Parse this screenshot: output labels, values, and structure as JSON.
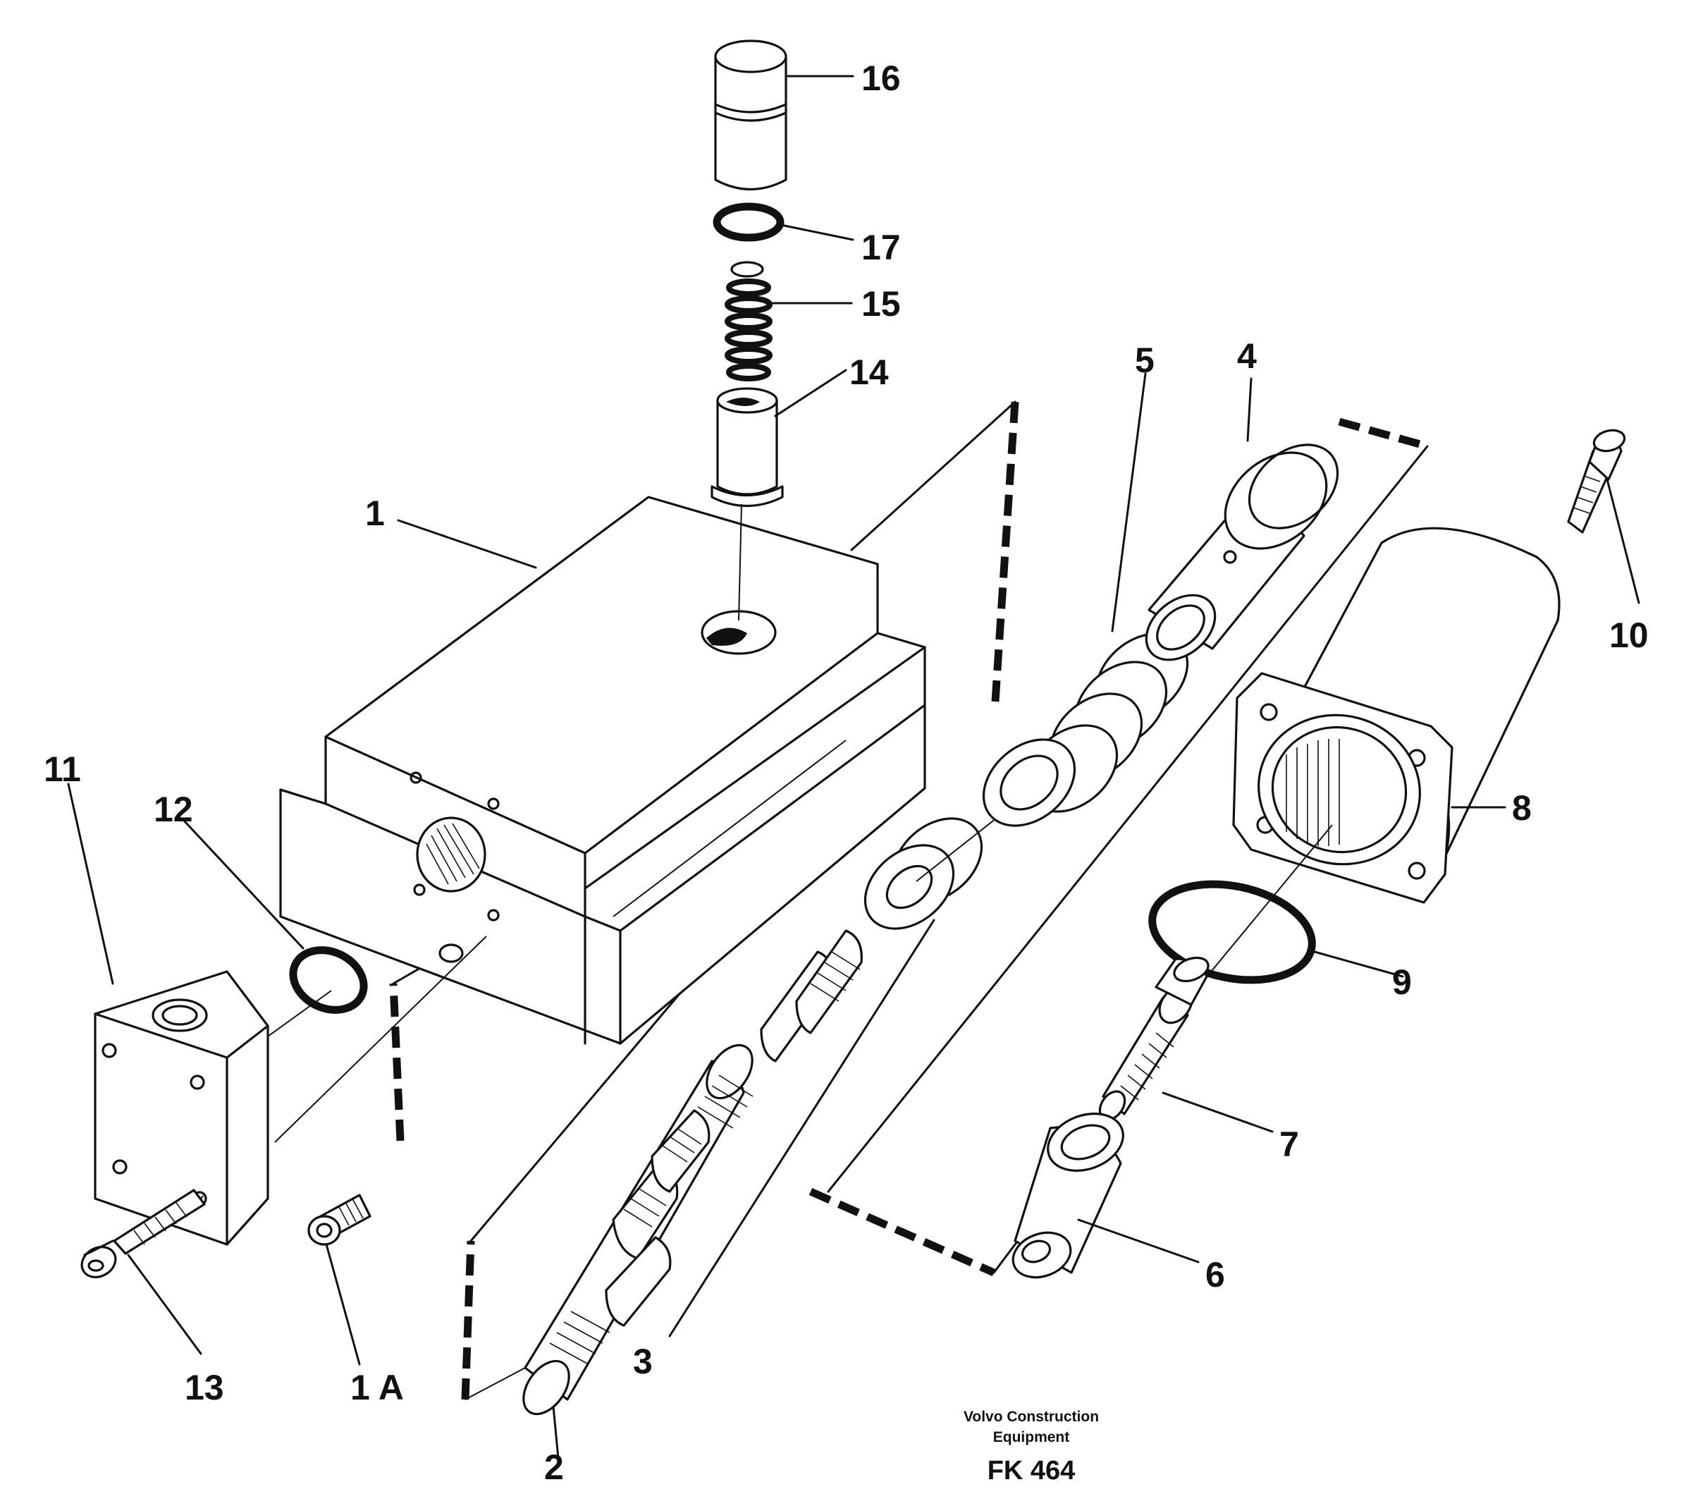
{
  "callouts": {
    "c1": "1",
    "c1a": "1 A",
    "c2": "2",
    "c3": "3",
    "c4": "4",
    "c5": "5",
    "c6": "6",
    "c7": "7",
    "c8": "8",
    "c9": "9",
    "c10": "10",
    "c11": "11",
    "c12": "12",
    "c13": "13",
    "c14": "14",
    "c15": "15",
    "c16": "16",
    "c17": "17"
  },
  "credit": {
    "line1": "Volvo Construction",
    "line2": "Equipment",
    "code": "FK 464"
  }
}
